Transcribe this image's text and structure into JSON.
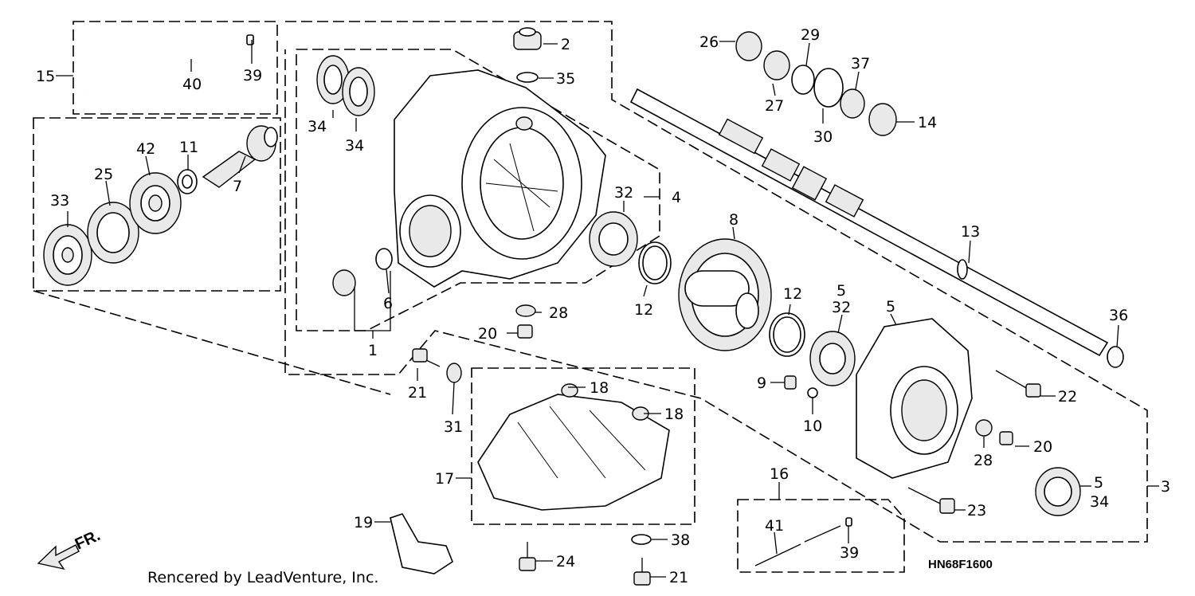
{
  "diagram": {
    "credit": "Rencered by LeadVenture, Inc.",
    "diagram_code": "HN68F1600",
    "direction_label": "FR.",
    "callouts": {
      "c1": "1",
      "c2": "2",
      "c3": "3",
      "c4": "4",
      "c5a": "5",
      "c5b": "5",
      "c5c": "5",
      "c6": "6",
      "c7": "7",
      "c8": "8",
      "c9": "9",
      "c10": "10",
      "c11": "11",
      "c12a": "12",
      "c12b": "12",
      "c13": "13",
      "c14": "14",
      "c15": "15",
      "c16": "16",
      "c17": "17",
      "c18a": "18",
      "c18b": "18",
      "c19": "19",
      "c20a": "20",
      "c20b": "20",
      "c21a": "21",
      "c21b": "21",
      "c22": "22",
      "c23": "23",
      "c24": "24",
      "c25": "25",
      "c26": "26",
      "c27": "27",
      "c28a": "28",
      "c28b": "28",
      "c29": "29",
      "c30": "30",
      "c31": "31",
      "c32a": "32",
      "c32b": "32",
      "c33": "33",
      "c34a": "34",
      "c34b": "34",
      "c34c": "34",
      "c35": "35",
      "c36": "36",
      "c37": "37",
      "c38": "38",
      "c39a": "39",
      "c39b": "39",
      "c40": "40",
      "c41": "41",
      "c42": "42"
    }
  }
}
